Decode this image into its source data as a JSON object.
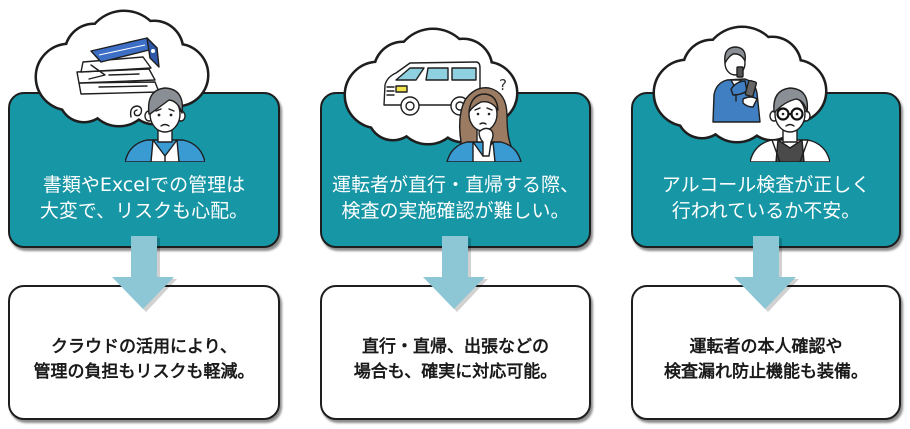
{
  "colors": {
    "problem_bg": "#1796a6",
    "arrow": "#8dc6d5",
    "solution_bg": "#ffffff",
    "van_window": "#8fd0e0",
    "headlight": "#f2e34f",
    "jacket": "#3a9bd3",
    "binder": "#3e6fc6",
    "suit": "#3f7fc2"
  },
  "cards": [
    {
      "problem_lines": [
        "書類やExcelでの管理は",
        "大変で、リスクも心配。"
      ],
      "solution_lines": [
        "クラウドの活用により、",
        "管理の負担もリスクも軽減。"
      ],
      "thought_icon": "document-stack-binder-icon",
      "person_icon": "worried-man-icon"
    },
    {
      "problem_lines": [
        "運転者が直行・直帰する際、",
        "検査の実施確認が難しい。"
      ],
      "solution_lines": [
        "直行・直帰、出張などの",
        "場合も、確実に対応可能。"
      ],
      "thought_icon": "van-icon",
      "person_icon": "worried-woman-icon",
      "question_mark": "?"
    },
    {
      "problem_lines": [
        "アルコール検査が正しく",
        "行われているか不安。"
      ],
      "solution_lines": [
        "運転者の本人確認や",
        "検査漏れ防止機能も装備。"
      ],
      "thought_icon": "driver-breathalyzer-smartphone-icon",
      "person_icon": "worried-man-glasses-icon"
    }
  ]
}
